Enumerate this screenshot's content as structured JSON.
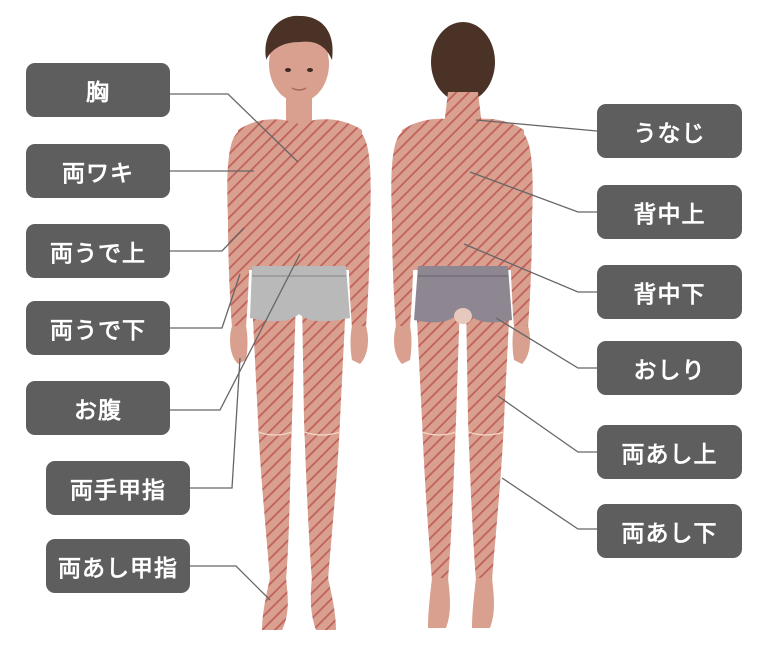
{
  "colors": {
    "skin": "#d99f8f",
    "skin_shade": "#c98572",
    "hatch": "#c0605a",
    "brief_front": "#b9b9b9",
    "brief_back": "#8e8791",
    "hair": "#4a3227",
    "label_bg": "#5f5e5e",
    "label_text": "#ffffff",
    "leader_line": "#666666"
  },
  "labels_left": [
    {
      "id": "chest",
      "text": "胸"
    },
    {
      "id": "armpits",
      "text": "両ワキ"
    },
    {
      "id": "upper-arms",
      "text": "両うで上"
    },
    {
      "id": "lower-arms",
      "text": "両うで下"
    },
    {
      "id": "belly",
      "text": "お腹"
    },
    {
      "id": "hands-fingers",
      "text": "両手甲指"
    },
    {
      "id": "feet-toes",
      "text": "両あし甲指"
    }
  ],
  "labels_right": [
    {
      "id": "nape",
      "text": "うなじ"
    },
    {
      "id": "upper-back",
      "text": "背中上"
    },
    {
      "id": "lower-back",
      "text": "背中下"
    },
    {
      "id": "buttocks",
      "text": "おしり"
    },
    {
      "id": "upper-legs",
      "text": "両あし上"
    },
    {
      "id": "lower-legs",
      "text": "両あし下"
    }
  ]
}
